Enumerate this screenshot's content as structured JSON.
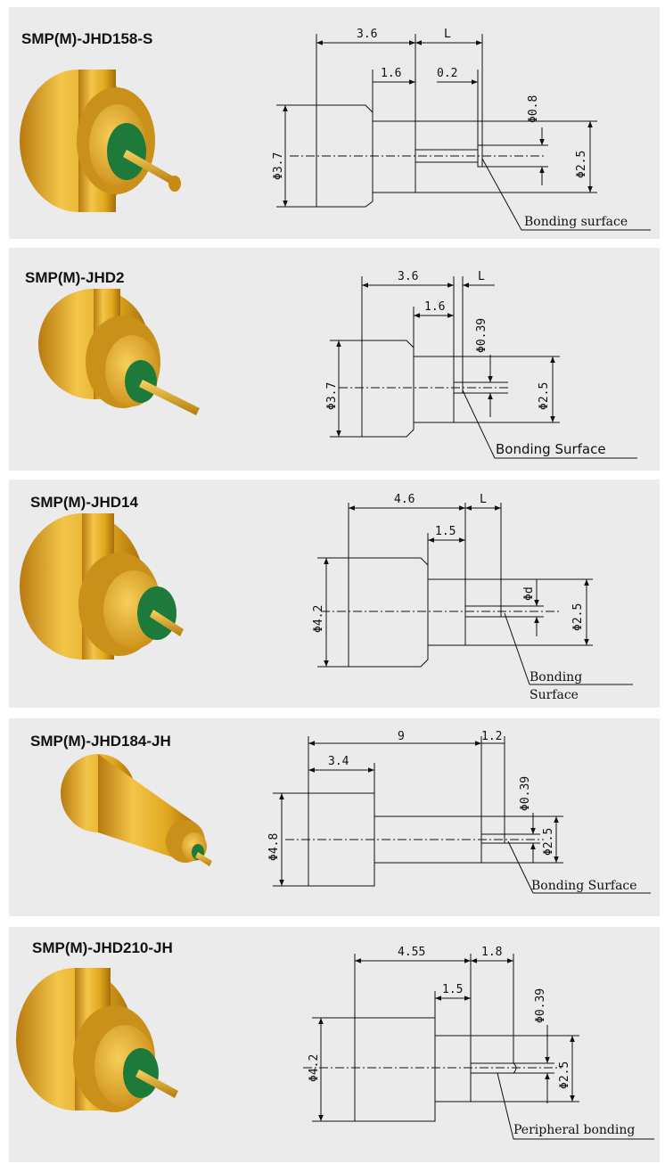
{
  "colors": {
    "panel_bg": "#ebebeb",
    "gold": "#e0a81e",
    "gold_dark": "#a76c0a",
    "insulator": "#1e7a3a",
    "line": "#111111"
  },
  "panels": [
    {
      "title": "SMP(M)-JHD158-S",
      "dims": [
        "3.6",
        "L",
        "1.6",
        "0.2",
        "Φ0.8",
        "Φ3.7",
        "Φ2.5"
      ],
      "note": "Bonding surface"
    },
    {
      "title": "SMP(M)-JHD2",
      "dims": [
        "3.6",
        "L",
        "1.6",
        "Φ0.39",
        "Φ3.7",
        "Φ2.5"
      ],
      "note": "Bonding Surface"
    },
    {
      "title": "SMP(M)-JHD14",
      "dims": [
        "4.6",
        "L",
        "1.5",
        "Φd",
        "Φ4.2",
        "Φ2.5"
      ],
      "note_line1": "Bonding",
      "note_line2": "Surface"
    },
    {
      "title": "SMP(M)-JHD184-JH",
      "dims": [
        "9",
        "1.2",
        "3.4",
        "Φ0.39",
        "Φ4.8",
        "Φ2.5"
      ],
      "note": "Bonding Surface"
    },
    {
      "title": "SMP(M)-JHD210-JH",
      "dims": [
        "4.55",
        "1.8",
        "1.5",
        "Φ0.39",
        "Φ4.2",
        "Φ2.5"
      ],
      "note": "Peripheral bonding"
    }
  ]
}
